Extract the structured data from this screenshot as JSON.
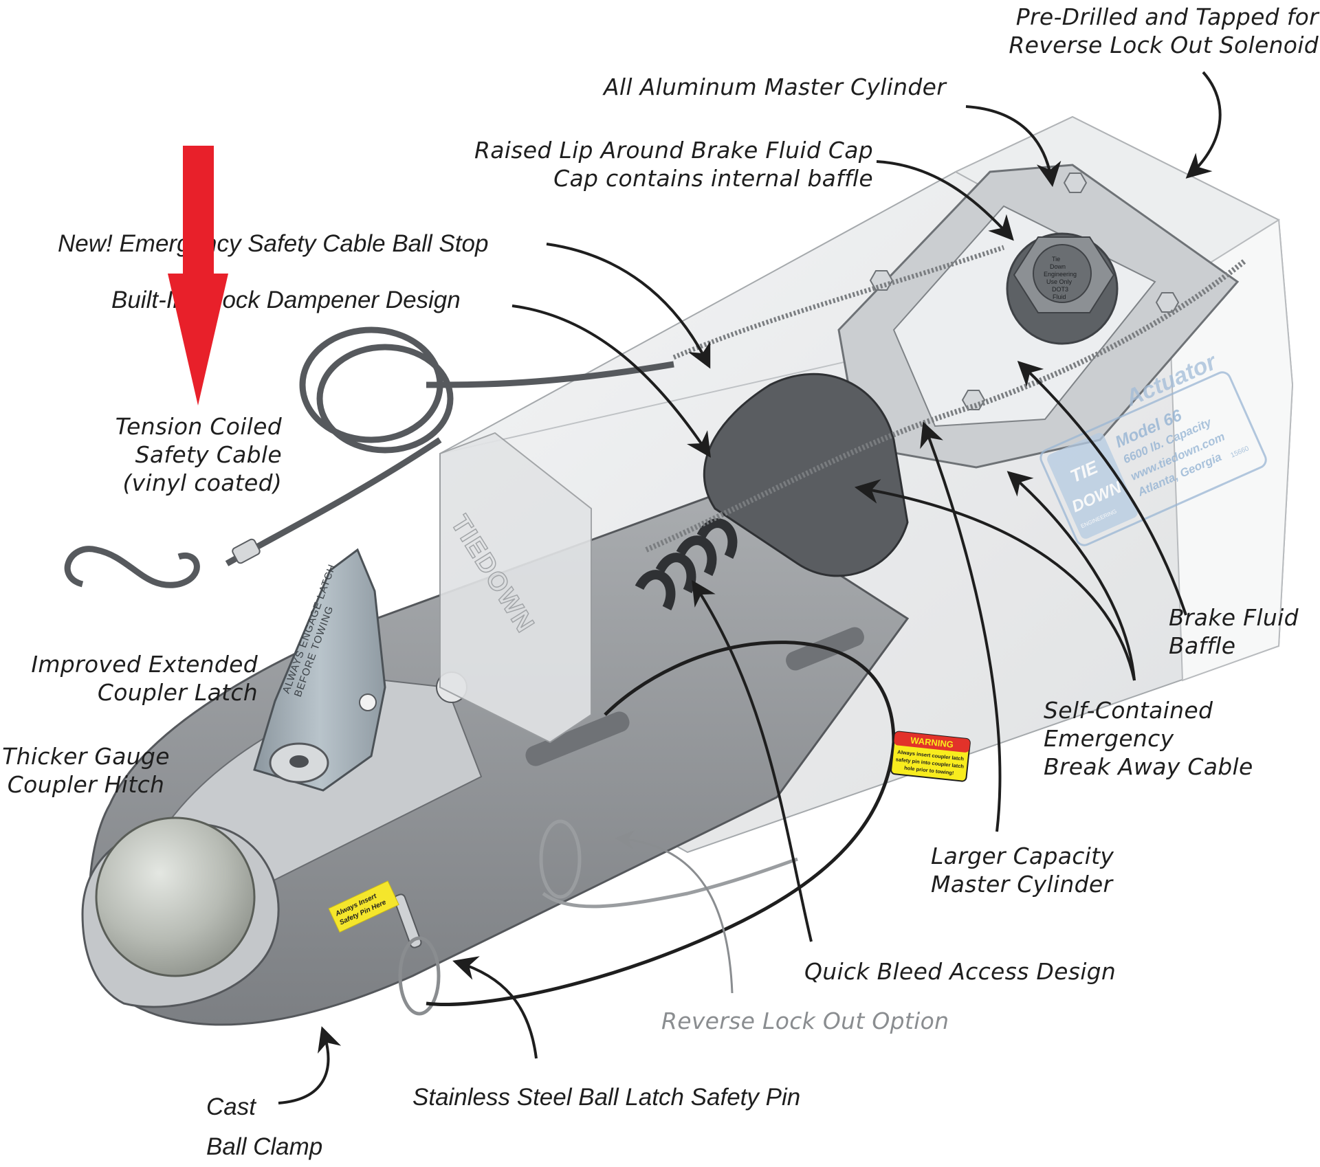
{
  "diagram": {
    "subject": "Trailer brake actuator with coupler",
    "accent_color": "#e8202a",
    "label_color": "#1e1e1e",
    "muted_label_color": "#8a8d90",
    "callouts": [
      {
        "id": "pre-drilled",
        "lines": [
          "Pre-Drilled and Tapped for",
          "Reverse Lock Out Solenoid"
        ]
      },
      {
        "id": "aluminum-master-cylinder",
        "lines": [
          "All Aluminum Master Cylinder"
        ]
      },
      {
        "id": "raised-lip",
        "lines": [
          "Raised Lip Around Brake Fluid Cap",
          "Cap contains internal baffle"
        ]
      },
      {
        "id": "ball-stop",
        "lines": [
          "New! Emergency Safety Cable Ball Stop"
        ]
      },
      {
        "id": "shock-dampener",
        "lines": [
          "Built-In Shock Dampener Design"
        ]
      },
      {
        "id": "safety-cable",
        "lines": [
          "Tension Coiled",
          "Safety Cable",
          "(vinyl coated)"
        ]
      },
      {
        "id": "coupler-latch",
        "lines": [
          "Improved Extended",
          "Coupler Latch"
        ]
      },
      {
        "id": "coupler-hitch",
        "lines": [
          "Thicker Gauge",
          "Coupler Hitch"
        ]
      },
      {
        "id": "brake-fluid-baffle",
        "lines": [
          "Brake Fluid",
          "Baffle"
        ]
      },
      {
        "id": "break-away-cable",
        "lines": [
          "Self-Contained",
          "Emergency",
          "Break Away Cable"
        ]
      },
      {
        "id": "larger-capacity",
        "lines": [
          "Larger Capacity",
          "Master Cylinder"
        ]
      },
      {
        "id": "quick-bleed",
        "lines": [
          "Quick Bleed Access Design"
        ]
      },
      {
        "id": "reverse-lock-out",
        "lines": [
          "Reverse Lock Out Option"
        ]
      },
      {
        "id": "safety-pin",
        "lines": [
          "Stainless Steel Ball Latch Safety Pin"
        ]
      },
      {
        "id": "ball-clamp",
        "lines": [
          "Cast",
          "Ball Clamp"
        ]
      }
    ]
  },
  "product_markings": {
    "side_label": {
      "brand_top": "TIE",
      "brand_bottom": "DOWN",
      "brand_sub": "ENGINEERING",
      "title": "Actuator",
      "model": "Model 66",
      "capacity": "6600 lb. Capacity",
      "website": "www.tiedown.com",
      "location": "Atlanta, Georgia",
      "part_number": "15660"
    },
    "cap_text": [
      "Tie",
      "Down",
      "Engineering",
      "Use Only",
      "DOT3",
      "Fluid"
    ],
    "housing_embossing": "TIEDOWN",
    "latch_decal": [
      "ALWAYS ENGAGE LATCH",
      "BEFORE TOWING"
    ],
    "warning_sticker": {
      "title": "WARNING",
      "body": [
        "Always insert coupler latch",
        "safety pin into coupler latch",
        "hole prior to towing!"
      ]
    },
    "pin_sticker": [
      "Always Insert",
      "Safety Pin Here"
    ]
  },
  "overlay": {
    "red_arrow": {
      "direction": "down",
      "color": "#e8202a"
    }
  }
}
